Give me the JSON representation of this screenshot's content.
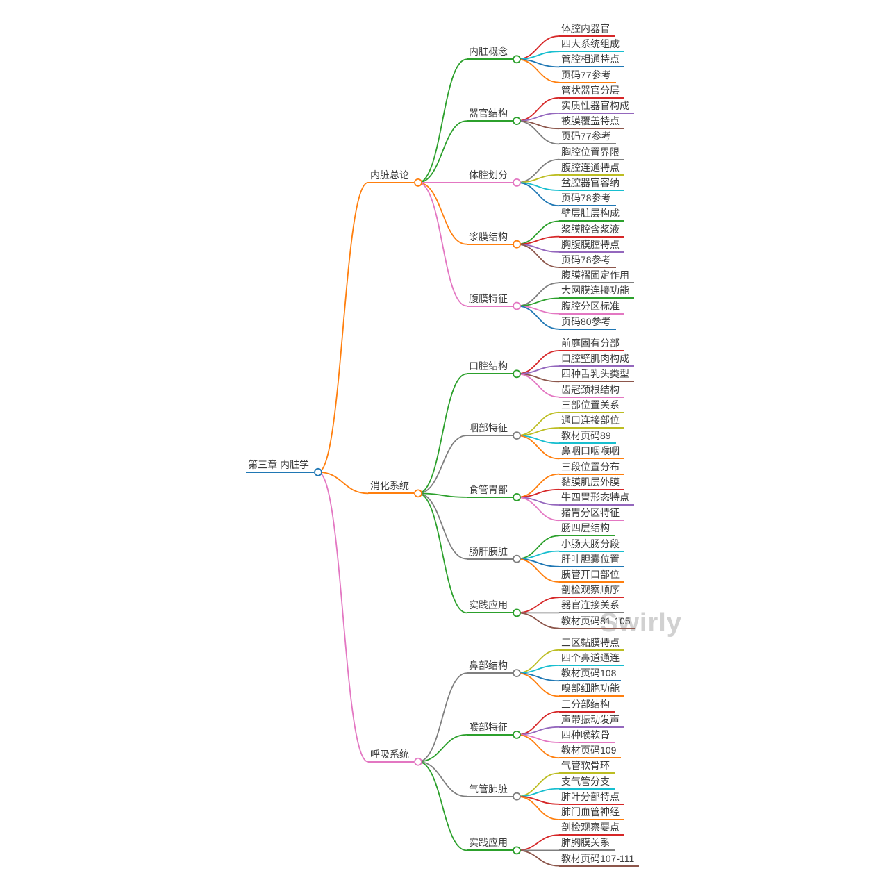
{
  "watermark": "Swirly",
  "root": {
    "label": "第三章 内脏学",
    "color": "#1f77b4",
    "children": [
      {
        "label": "内脏总论",
        "color": "#ff7f0e",
        "children": [
          {
            "label": "内脏概念",
            "color": "#2ca02c",
            "children": [
              {
                "label": "体腔内器官",
                "color": "#d62728"
              },
              {
                "label": "四大系统组成",
                "color": "#17becf"
              },
              {
                "label": "管腔相通特点",
                "color": "#1f77b4"
              },
              {
                "label": "页码77参考",
                "color": "#ff7f0e"
              }
            ]
          },
          {
            "label": "器官结构",
            "color": "#2ca02c",
            "children": [
              {
                "label": "管状器官分层",
                "color": "#d62728"
              },
              {
                "label": "实质性器官构成",
                "color": "#9467bd"
              },
              {
                "label": "被膜覆盖特点",
                "color": "#8c564b"
              },
              {
                "label": "页码77参考",
                "color": "#7f7f7f"
              }
            ]
          },
          {
            "label": "体腔划分",
            "color": "#e377c2",
            "children": [
              {
                "label": "胸腔位置界限",
                "color": "#7f7f7f"
              },
              {
                "label": "腹腔连通特点",
                "color": "#bcbd22"
              },
              {
                "label": "盆腔器官容纳",
                "color": "#17becf"
              },
              {
                "label": "页码78参考",
                "color": "#1f77b4"
              }
            ]
          },
          {
            "label": "浆膜结构",
            "color": "#ff7f0e",
            "children": [
              {
                "label": "壁层脏层构成",
                "color": "#2ca02c"
              },
              {
                "label": "浆膜腔含浆液",
                "color": "#d62728"
              },
              {
                "label": "胸腹膜腔特点",
                "color": "#9467bd"
              },
              {
                "label": "页码78参考",
                "color": "#8c564b"
              }
            ]
          },
          {
            "label": "腹膜特征",
            "color": "#e377c2",
            "children": [
              {
                "label": "腹膜褶固定作用",
                "color": "#7f7f7f"
              },
              {
                "label": "大网膜连接功能",
                "color": "#2ca02c"
              },
              {
                "label": "腹腔分区标准",
                "color": "#e377c2"
              },
              {
                "label": "页码80参考",
                "color": "#1f77b4"
              }
            ]
          }
        ]
      },
      {
        "label": "消化系统",
        "color": "#ff7f0e",
        "children": [
          {
            "label": "口腔结构",
            "color": "#2ca02c",
            "children": [
              {
                "label": "前庭固有分部",
                "color": "#d62728"
              },
              {
                "label": "口腔壁肌肉构成",
                "color": "#9467bd"
              },
              {
                "label": "四种舌乳头类型",
                "color": "#8c564b"
              },
              {
                "label": "齿冠颈根结构",
                "color": "#e377c2"
              }
            ]
          },
          {
            "label": "咽部特征",
            "color": "#7f7f7f",
            "children": [
              {
                "label": "三部位置关系",
                "color": "#bcbd22"
              },
              {
                "label": "通口连接部位",
                "color": "#bcbd22"
              },
              {
                "label": "教材页码89",
                "color": "#17becf"
              },
              {
                "label": "鼻咽口咽喉咽",
                "color": "#ff7f0e"
              }
            ]
          },
          {
            "label": "食管胃部",
            "color": "#2ca02c",
            "children": [
              {
                "label": "三段位置分布",
                "color": "#ff7f0e"
              },
              {
                "label": "黏膜肌层外膜",
                "color": "#d62728"
              },
              {
                "label": "牛四胃形态特点",
                "color": "#9467bd"
              },
              {
                "label": "猪胃分区特征",
                "color": "#e377c2"
              }
            ]
          },
          {
            "label": "肠肝胰脏",
            "color": "#7f7f7f",
            "children": [
              {
                "label": "肠四层结构",
                "color": "#2ca02c"
              },
              {
                "label": "小肠大肠分段",
                "color": "#17becf"
              },
              {
                "label": "肝叶胆囊位置",
                "color": "#1f77b4"
              },
              {
                "label": "胰管开口部位",
                "color": "#ff7f0e"
              }
            ]
          },
          {
            "label": "实践应用",
            "color": "#2ca02c",
            "children": [
              {
                "label": "剖检观察顺序",
                "color": "#d62728"
              },
              {
                "label": "器官连接关系",
                "color": "#7f7f7f"
              },
              {
                "label": "教材页码81-105",
                "color": "#8c564b"
              }
            ]
          }
        ]
      },
      {
        "label": "呼吸系统",
        "color": "#e377c2",
        "children": [
          {
            "label": "鼻部结构",
            "color": "#7f7f7f",
            "children": [
              {
                "label": "三区黏膜特点",
                "color": "#bcbd22"
              },
              {
                "label": "四个鼻道通连",
                "color": "#17becf"
              },
              {
                "label": "教材页码108",
                "color": "#1f77b4"
              },
              {
                "label": "嗅部细胞功能",
                "color": "#ff7f0e"
              }
            ]
          },
          {
            "label": "喉部特征",
            "color": "#2ca02c",
            "children": [
              {
                "label": "三分部结构",
                "color": "#d62728"
              },
              {
                "label": "声带振动发声",
                "color": "#9467bd"
              },
              {
                "label": "四种喉软骨",
                "color": "#e377c2"
              },
              {
                "label": "教材页码109",
                "color": "#ff7f0e"
              }
            ]
          },
          {
            "label": "气管肺脏",
            "color": "#7f7f7f",
            "children": [
              {
                "label": "气管软骨环",
                "color": "#bcbd22"
              },
              {
                "label": "支气管分支",
                "color": "#17becf"
              },
              {
                "label": "肺叶分部特点",
                "color": "#d62728"
              },
              {
                "label": "肺门血管神经",
                "color": "#ff7f0e"
              }
            ]
          },
          {
            "label": "实践应用",
            "color": "#2ca02c",
            "children": [
              {
                "label": "剖检观察要点",
                "color": "#d62728"
              },
              {
                "label": "肺胸膜关系",
                "color": "#7f7f7f"
              },
              {
                "label": "教材页码107-111",
                "color": "#8c564b"
              }
            ]
          }
        ]
      }
    ]
  }
}
